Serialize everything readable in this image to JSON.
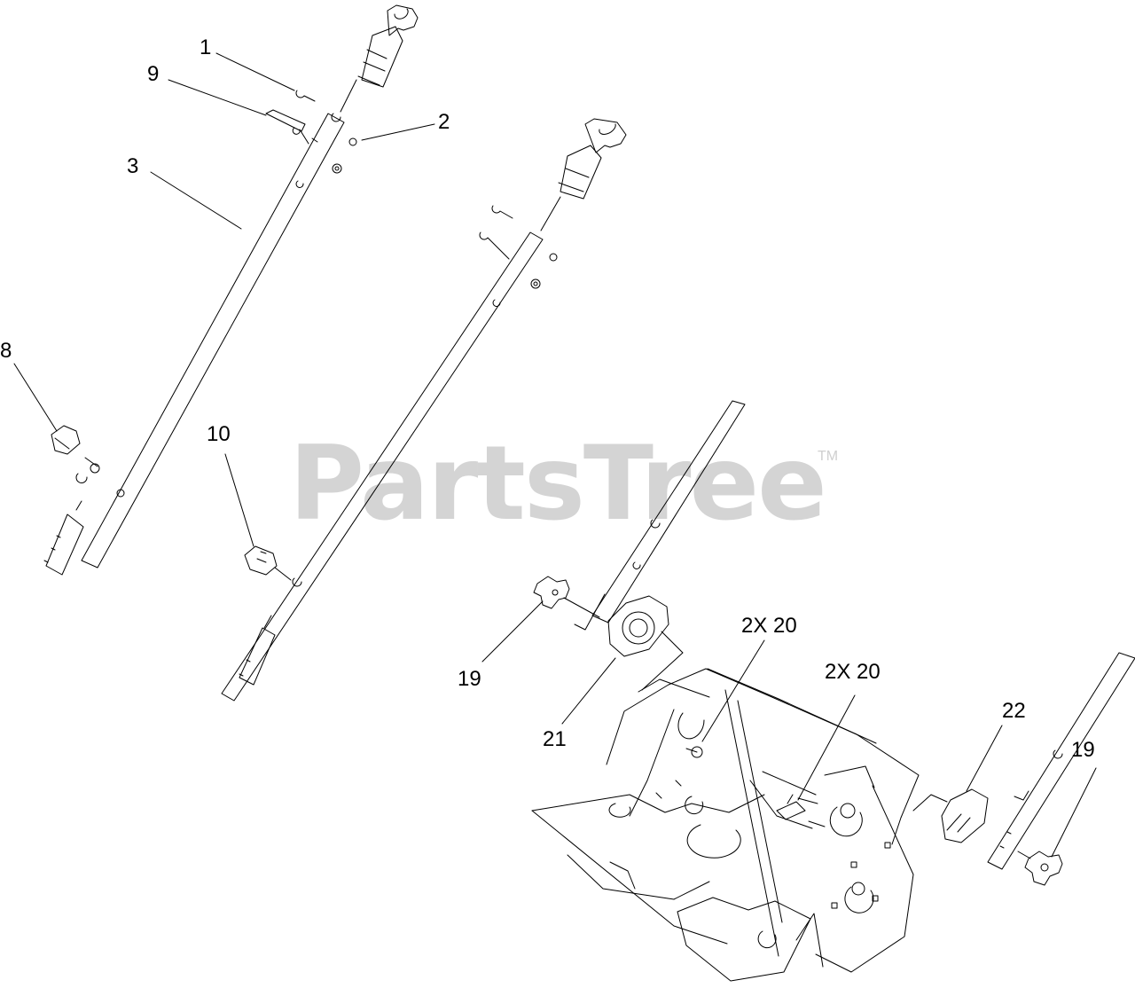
{
  "watermark": {
    "brand": "PartsTree",
    "trademark": "TM"
  },
  "callouts": [
    {
      "id": "c1",
      "label": "1"
    },
    {
      "id": "c9",
      "label": "9"
    },
    {
      "id": "c2",
      "label": "2"
    },
    {
      "id": "c3",
      "label": "3"
    },
    {
      "id": "c8",
      "label": "8"
    },
    {
      "id": "c10",
      "label": "10"
    },
    {
      "id": "c19a",
      "label": "19"
    },
    {
      "id": "c21",
      "label": "21"
    },
    {
      "id": "c20a",
      "label": "2X 20"
    },
    {
      "id": "c20b",
      "label": "2X 20"
    },
    {
      "id": "c22",
      "label": "22"
    },
    {
      "id": "c19b",
      "label": "19"
    }
  ],
  "colors": {
    "line": "#000000",
    "watermark": "#d4d4d4",
    "background": "#ffffff"
  }
}
